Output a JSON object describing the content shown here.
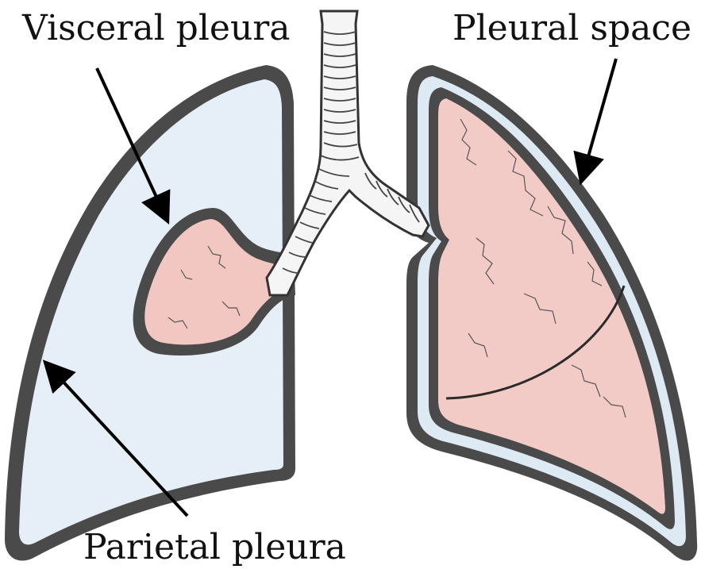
{
  "labels": {
    "visceral_pleura": "Visceral pleura",
    "pleural_space": "Pleural space",
    "parietal_pleura": "Parietal pleura"
  },
  "colors": {
    "pleura_outline": "#3a3a3a",
    "pleura_fill": "#e4eef6",
    "lung_tissue": "#f2c6c0",
    "airway": "#f4f4f4",
    "arrow": "#000000",
    "background": "#ffffff"
  }
}
